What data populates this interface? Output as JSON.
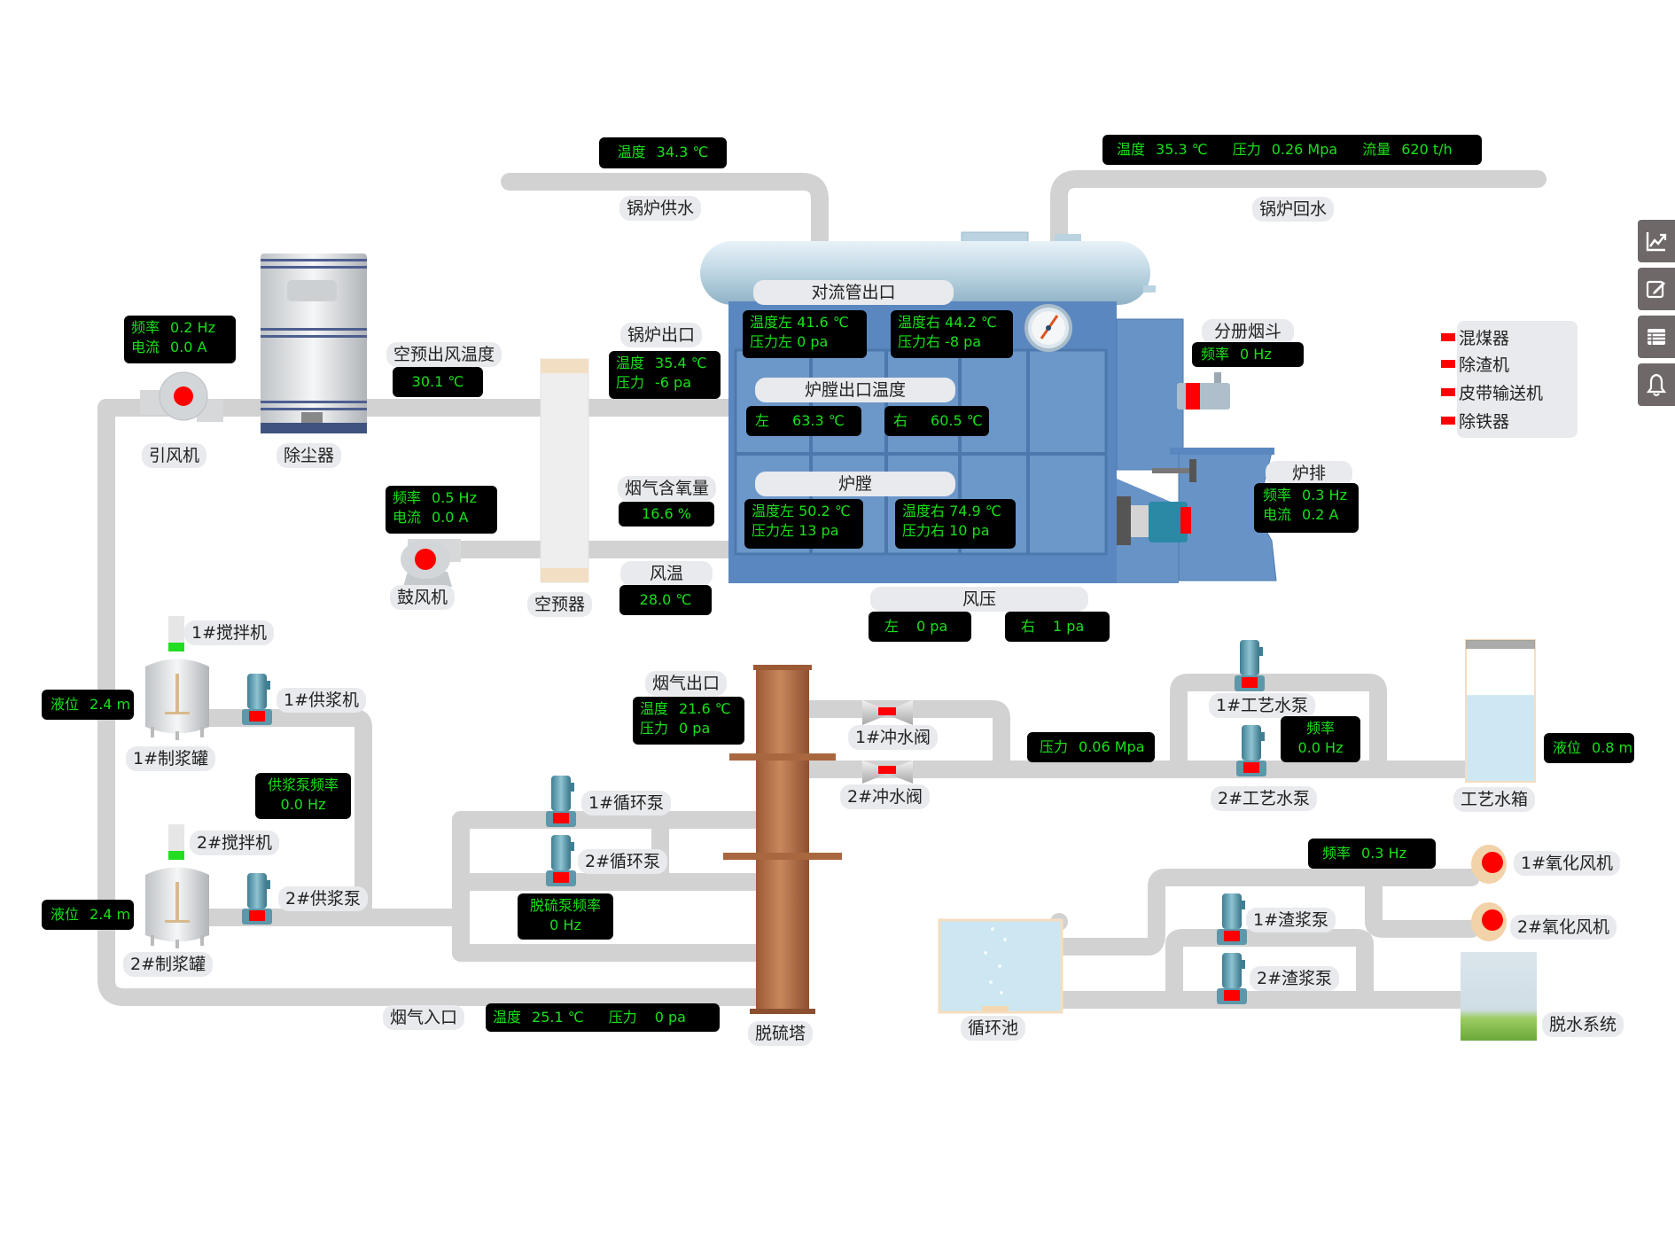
{
  "boiler_supply": {
    "label": "锅炉供水",
    "temp_label": "温度",
    "temp_value": "34.3 ℃"
  },
  "boiler_return": {
    "label": "锅炉回水",
    "temp_label": "温度",
    "temp_value": "35.3 ℃",
    "pressure_label": "压力",
    "pressure_value": "0.26 Mpa",
    "flow_label": "流量",
    "flow_value": "620 t/h"
  },
  "convection_outlet": {
    "title": "对流管出口",
    "left_temp_label": "温度左",
    "left_temp": "41.6 ℃",
    "left_pressure_label": "压力左",
    "left_pressure": "0 pa",
    "right_temp_label": "温度右",
    "right_temp": "44.2 ℃",
    "right_pressure_label": "压力右",
    "right_pressure": "-8 pa"
  },
  "furnace_outlet_temp": {
    "title": "炉膛出口温度",
    "left_label": "左",
    "left_value": "63.3 ℃",
    "right_label": "右",
    "right_value": "60.5 ℃"
  },
  "furnace": {
    "title": "炉膛",
    "left_temp_label": "温度左",
    "left_temp": "50.2 ℃",
    "left_pressure_label": "压力左",
    "left_pressure": "13 pa",
    "right_temp_label": "温度右",
    "right_temp": "74.9 ℃",
    "right_pressure_label": "压力右",
    "right_pressure": "10 pa"
  },
  "wind_pressure": {
    "title": "风压",
    "left_label": "左",
    "left_value": "0 pa",
    "right_label": "右",
    "right_value": "1 pa"
  },
  "coal_hopper": {
    "label": "分册烟斗",
    "freq_label": "频率",
    "freq_value": "0 Hz"
  },
  "grate": {
    "label": "炉排",
    "freq_label": "频率",
    "freq_value": "0.3 Hz",
    "current_label": "电流",
    "current_value": "0.2 A"
  },
  "boiler_outlet": {
    "label": "锅炉出口",
    "temp_label": "温度",
    "temp_value": "35.4 ℃",
    "pressure_label": "压力",
    "pressure_value": "-6 pa"
  },
  "air_preheater_outlet": {
    "label": "空预出风温度",
    "value": "30.1 ℃"
  },
  "flue_oxygen": {
    "label": "烟气含氧量",
    "value": "16.6 %"
  },
  "air_temp": {
    "label": "风温",
    "value": "28.0 ℃"
  },
  "induced_fan": {
    "label": "引风机",
    "freq_label": "频率",
    "freq_value": "0.2 Hz",
    "current_label": "电流",
    "current_value": "0.0 A"
  },
  "dust_collector": {
    "label": "除尘器"
  },
  "blower": {
    "label": "鼓风机",
    "freq_label": "频率",
    "freq_value": "0.5 Hz",
    "current_label": "电流",
    "current_value": "0.0 A"
  },
  "air_preheater": {
    "label": "空预器"
  },
  "slurry_tank_1": {
    "label": "1#制浆罐",
    "mixer_label": "1#搅拌机",
    "level_label": "液位",
    "level_value": "2.4 m"
  },
  "slurry_tank_2": {
    "label": "2#制浆罐",
    "mixer_label": "2#搅拌机",
    "level_label": "液位",
    "level_value": "2.4 m"
  },
  "supply_pump_1": {
    "label": "1#供浆机"
  },
  "supply_pump_2": {
    "label": "2#供浆泵"
  },
  "supply_pump_freq": {
    "label": "供浆泵频率",
    "value": "0.0 Hz"
  },
  "circ_pump_1": {
    "label": "1#循环泵"
  },
  "circ_pump_2": {
    "label": "2#循环泵"
  },
  "desulf_pump_freq": {
    "label": "脱硫泵频率",
    "value": "0 Hz"
  },
  "flue_outlet": {
    "label": "烟气出口",
    "temp_label": "温度",
    "temp_value": "21.6 ℃",
    "pressure_label": "压力",
    "pressure_value": "0 pa"
  },
  "flue_inlet": {
    "label": "烟气入口",
    "temp_label": "温度",
    "temp_value": "25.1 ℃",
    "pressure_label": "压力",
    "pressure_value": "0 pa"
  },
  "desulf_tower": {
    "label": "脱硫塔"
  },
  "flush_valve_1": {
    "label": "1#冲水阀"
  },
  "flush_valve_2": {
    "label": "2#冲水阀"
  },
  "process_water_pressure": {
    "label": "压力",
    "value": "0.06 Mpa"
  },
  "process_pump_1": {
    "label": "1#工艺水泵"
  },
  "process_pump_2": {
    "label": "2#工艺水泵"
  },
  "process_pump_freq": {
    "label": "频率",
    "value": "0.0 Hz"
  },
  "process_tank": {
    "label": "工艺水箱",
    "level_label": "液位",
    "level_value": "0.8 m",
    "fill_fraction": 0.65
  },
  "oxidation_fan_freq": {
    "label": "频率",
    "value": "0.3 Hz"
  },
  "oxidation_fan_1": {
    "label": "1#氧化风机"
  },
  "oxidation_fan_2": {
    "label": "2#氧化风机"
  },
  "slag_pump_1": {
    "label": "1#渣浆泵"
  },
  "slag_pump_2": {
    "label": "2#渣浆泵"
  },
  "circulation_pool": {
    "label": "循环池"
  },
  "dewatering": {
    "label": "脱水系统"
  },
  "legend": {
    "items": [
      "混煤器",
      "除渣机",
      "皮带输送机",
      "除铁器"
    ],
    "status_color": "#ff0000"
  },
  "sidebar": {
    "buttons": [
      "trend-chart",
      "edit",
      "list",
      "alarm-bell"
    ]
  },
  "colors": {
    "display_text": "#19e019",
    "display_bg": "#000000",
    "boiler_blue": "#5a87bf",
    "tower_brown": "#b06f45",
    "alarm_red": "#ff0000",
    "running_green": "#22dd22"
  }
}
